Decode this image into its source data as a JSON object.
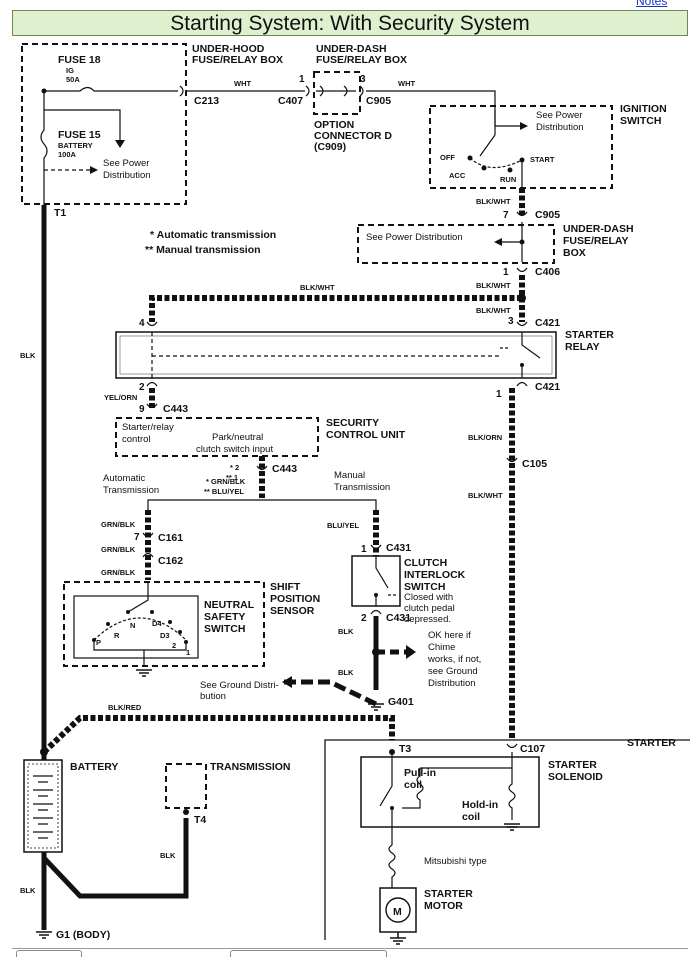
{
  "header": {
    "notes_link": "Notes",
    "title": "Starting System: With Security System"
  },
  "labels": {
    "fuse18": "FUSE 18",
    "fuse18_rating1": "IG",
    "fuse18_rating2": "50A",
    "fuse15": "FUSE 15",
    "fuse15_rating1": "BATTERY",
    "fuse15_rating2": "100A",
    "see_power_1": "See Power",
    "see_power_2": "Distribution",
    "under_hood_1": "UNDER-HOOD",
    "under_hood_2": "FUSE/RELAY BOX",
    "under_dash_1": "UNDER-DASH",
    "under_dash_2": "FUSE/RELAY BOX",
    "option_1": "OPTION",
    "option_2": "CONNECTOR D",
    "option_3": "(C909)",
    "t1": "T1",
    "c213": "C213",
    "c407": "C407",
    "c905": "C905",
    "wht_1": "WHT",
    "wht_2": "WHT",
    "ignition_1": "IGNITION",
    "ignition_2": "SWITCH",
    "ign_see_1": "See Power",
    "ign_see_2": "Distribution",
    "off": "OFF",
    "acc": "ACC",
    "run": "RUN",
    "start": "START",
    "auto_note": "*  Automatic transmission",
    "manual_note": "** Manual transmission",
    "blk_wht_a": "BLK/WHT",
    "pin7": "7",
    "c905b": "C905",
    "ud_see": "See Power Distribution",
    "ud_1": "UNDER-DASH",
    "ud_2": "FUSE/RELAY",
    "ud_3": "BOX",
    "pin1_c406": "1",
    "c406": "C406",
    "blk_wht_b": "BLK/WHT",
    "blk_wht_c": "BLK/WHT",
    "blk_wht_d": "BLK/WHT",
    "pin4": "4",
    "pin3": "3",
    "c421a": "C421",
    "starter_relay_1": "STARTER",
    "starter_relay_2": "RELAY",
    "blk_left": "BLK",
    "pin2": "2",
    "pin1_c421": "1",
    "c421b": "C421",
    "yel_orn": "YEL/ORN",
    "pin9": "9",
    "c443a": "C443",
    "scu_1": "SECURITY",
    "scu_2": "CONTROL UNIT",
    "scu_starter_1": "Starter/relay",
    "scu_starter_2": "control",
    "scu_park_1": "Park/neutral",
    "scu_park_2": "clutch switch input",
    "blk_orn": "BLK/ORN",
    "c105": "C105",
    "pin2star": "* 2",
    "pin1star": "** 1",
    "c443b": "C443",
    "grn_blk_star": "* GRN/BLK",
    "blu_yel_star": "** BLU/YEL",
    "auto_trans_1": "Automatic",
    "auto_trans_2": "Transmission",
    "manual_trans_1": "Manual",
    "manual_trans_2": "Transmission",
    "blk_wht_e": "BLK/WHT",
    "grn_blk_a": "GRN/BLK",
    "pin7b": "7",
    "c161": "C161",
    "grn_blk_b": "GRN/BLK",
    "c162": "C162",
    "grn_blk_c": "GRN/BLK",
    "blu_yel": "BLU/YEL",
    "pin1c": "1",
    "c431a": "C431",
    "clutch_1": "CLUTCH",
    "clutch_2": "INTERLOCK",
    "clutch_3": "SWITCH",
    "clutch_note_1": "Closed with",
    "clutch_note_2": "clutch pedal",
    "clutch_note_3": "depressed.",
    "pin2c": "2",
    "c431b": "C431",
    "shift_1": "SHIFT",
    "shift_2": "POSITION",
    "shift_3": "SENSOR",
    "neutral_1": "NEUTRAL",
    "neutral_2": "SAFETY",
    "neutral_3": "SWITCH",
    "pos_n": "N",
    "pos_d4": "D4",
    "pos_d3": "D3",
    "pos_r": "R",
    "pos_p": "P",
    "pos_2": "2",
    "pos_1": "1",
    "blk_m": "BLK",
    "ok_1": "OK here if",
    "ok_2": "Chime",
    "ok_3": "works, if not,",
    "ok_4": "see Ground",
    "ok_5": "Distribution",
    "see_gnd_1": "See Ground Distri-",
    "see_gnd_2": "bution",
    "blk_g": "BLK",
    "g401": "G401",
    "blk_red": "BLK/RED",
    "starter_top": "STARTER",
    "t3": "T3",
    "c107": "C107",
    "battery": "BATTERY",
    "transmission": "TRANSMISSION",
    "t4": "T4",
    "starter_sol_1": "STARTER",
    "starter_sol_2": "SOLENOID",
    "pullin_1": "Pull-in",
    "pullin_2": "coil",
    "holdin_1": "Hold-in",
    "holdin_2": "coil",
    "mitsubishi": "Mitsubishi type",
    "starter_motor_1": "STARTER",
    "starter_motor_2": "MOTOR",
    "motor_m": "M",
    "blk_t4": "BLK",
    "blk_bat": "BLK",
    "g1": "G1 (BODY)"
  }
}
